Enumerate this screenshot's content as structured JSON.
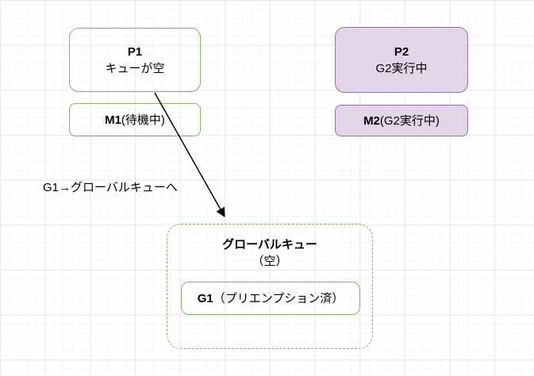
{
  "colors": {
    "green_border": "#82b366",
    "purple_border": "#9673a6",
    "purple_fill": "#e1d5e7",
    "arrow": "#000000",
    "grid_major": "#e7e7e7",
    "grid_minor": "#f6f6f6"
  },
  "diagram": {
    "p1": {
      "title": "P1",
      "status": "キューが空"
    },
    "m1": {
      "name": "M1",
      "status": "(待機中)"
    },
    "p2": {
      "title": "P2",
      "status": "G2実行中"
    },
    "m2": {
      "name": "M2",
      "status": "(G2実行中)"
    },
    "arrow_label": "G1→グローバルキューへ",
    "global_queue": {
      "title": "グローバルキュー",
      "status": "（空）",
      "g1": {
        "name": "G1",
        "status": "（プリエンプション済）"
      }
    }
  }
}
